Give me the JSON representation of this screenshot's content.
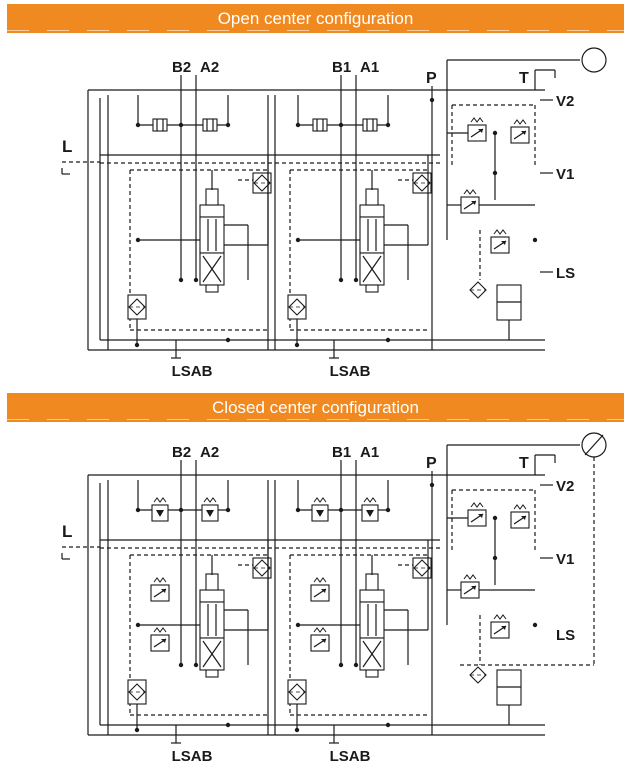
{
  "diagrams": [
    {
      "title": "Open center configuration",
      "center": "open",
      "labels": {
        "B2": "B2",
        "A2": "A2",
        "B1": "B1",
        "A1": "A1",
        "P": "P",
        "T": "T",
        "L": "L",
        "V2": "V2",
        "V1": "V1",
        "LS": "LS",
        "LSAB": "LSAB"
      }
    },
    {
      "title": "Closed center configuration",
      "center": "closed",
      "labels": {
        "B2": "B2",
        "A2": "A2",
        "B1": "B1",
        "A1": "A1",
        "P": "P",
        "T": "T",
        "L": "L",
        "V2": "V2",
        "V1": "V1",
        "LS": "LS",
        "LSAB": "LSAB"
      }
    }
  ],
  "colors": {
    "banner": "#f0891f",
    "line": "#1a1a1a"
  }
}
